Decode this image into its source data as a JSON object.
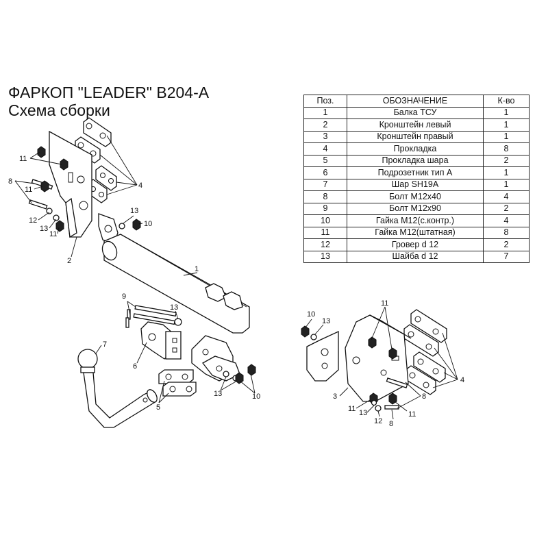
{
  "title": "ФАРКОП \"LEADER\" B204-A",
  "subtitle": "Схема сборки",
  "table": {
    "headers": [
      "Поз.",
      "ОБОЗНАЧЕНИЕ",
      "К-во"
    ],
    "rows": [
      [
        "1",
        "Балка ТСУ",
        "1"
      ],
      [
        "2",
        "Кронштейн левый",
        "1"
      ],
      [
        "3",
        "Кронштейн правый",
        "1"
      ],
      [
        "4",
        "Прокладка",
        "8"
      ],
      [
        "5",
        "Прокладка шара",
        "2"
      ],
      [
        "6",
        "Подрозетник тип А",
        "1"
      ],
      [
        "7",
        "Шар SH19A",
        "1"
      ],
      [
        "8",
        "Болт М12х40",
        "4"
      ],
      [
        "9",
        "Болт М12х90",
        "2"
      ],
      [
        "10",
        "Гайка М12(с.контр.)",
        "4"
      ],
      [
        "11",
        "Гайка М12(штатная)",
        "8"
      ],
      [
        "12",
        "Гровер d 12",
        "2"
      ],
      [
        "13",
        "Шайба d 12",
        "7"
      ]
    ]
  },
  "callouts": {
    "l11a": "11",
    "l8a": "8",
    "l11b": "11",
    "l12a": "12",
    "l13a": "13",
    "l11c": "11",
    "l2": "2",
    "l4a": "4",
    "l13b": "13",
    "l10a": "10",
    "l1": "1",
    "l9": "9",
    "l13c": "13",
    "l7": "7",
    "l6": "6",
    "l5": "5",
    "l13d": "13",
    "l10b": "10",
    "l10c": "10",
    "l13e": "13",
    "l11d": "11",
    "l4b": "4",
    "l3": "3",
    "l8b": "8",
    "l11e": "11",
    "l13f": "13",
    "l12b": "12",
    "l8c": "8",
    "l11f": "11"
  }
}
